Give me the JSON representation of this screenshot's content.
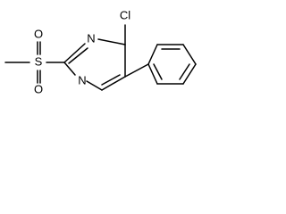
{
  "molecule": {
    "atoms": {
      "chlorine": "Cl",
      "ring_nitrogen_top": "N",
      "ring_nitrogen_bottom": "N",
      "sulfur": "S",
      "sulfonyl_oxygen_top": "O",
      "sulfonyl_oxygen_bottom": "O"
    }
  }
}
